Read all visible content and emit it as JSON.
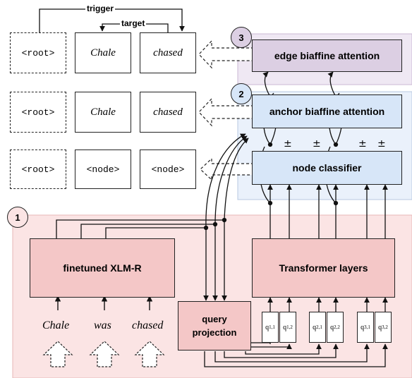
{
  "regions": {
    "module_one_number": "1",
    "module_two_number": "2",
    "module_three_number": "3"
  },
  "rows": {
    "edge_row": {
      "root": "<root>",
      "node_a": "Chale",
      "node_b": "chased"
    },
    "anchor_row": {
      "root": "<root>",
      "node_a": "Chale",
      "node_b": "chased"
    },
    "node_row": {
      "root": "<root>",
      "node_a": "<node>",
      "node_b": "<node>"
    }
  },
  "edges": {
    "trigger_label": "trigger",
    "target_label": "target"
  },
  "modules": {
    "edge_attention": "edge biaffine attention",
    "anchor_attention": "anchor biaffine attention",
    "node_classifier": "node classifier",
    "encoder": "finetuned XLM-R",
    "transformer": "Transformer layers",
    "query_projection_line1": "query",
    "query_projection_line2": "projection"
  },
  "input_words": [
    "Chale",
    "was",
    "chased"
  ],
  "queries": [
    {
      "base": "q",
      "sub": "1,1"
    },
    {
      "base": "q",
      "sub": "1,2"
    },
    {
      "base": "q",
      "sub": "2,1"
    },
    {
      "base": "q",
      "sub": "2,2"
    },
    {
      "base": "q",
      "sub": "3,1"
    },
    {
      "base": "q",
      "sub": "3,2"
    }
  ],
  "plus_symbol": "±",
  "colors": {
    "region_one": "#fbe4e4",
    "region_two": "#eaf1fb",
    "region_three": "#efe8f3",
    "pink_box": "#f4c7c7",
    "blue_box": "#d7e6f8",
    "purple_box": "#dccfe3"
  }
}
